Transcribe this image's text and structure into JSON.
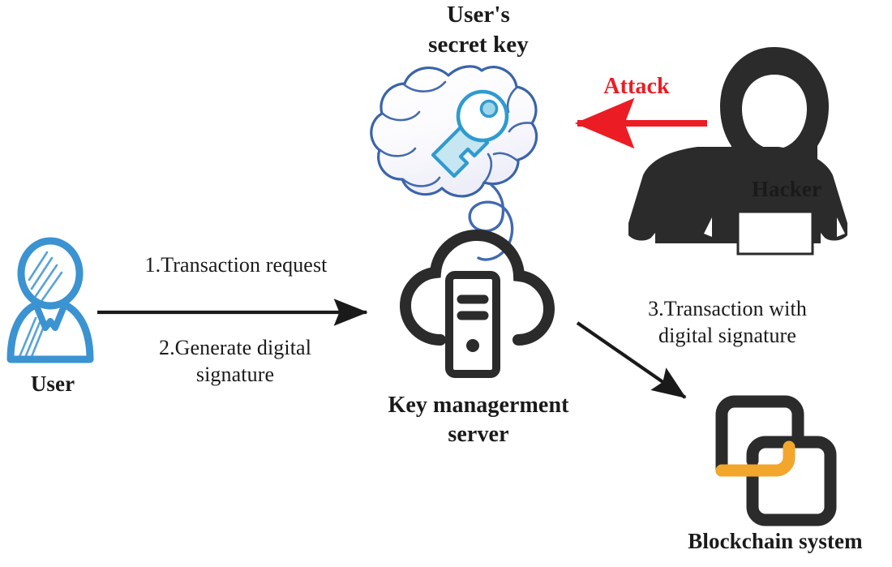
{
  "diagram": {
    "title": "Key management server blockchain transaction flow",
    "background": "#ffffff",
    "colors": {
      "dark": "#2b2b2b",
      "user_blue": "#3b93d1",
      "cloud_blue": "#3a64aa",
      "key_blue": "#2e9bd0",
      "key_fill": "#c6e6f2",
      "attack_red": "#ec1c24",
      "blockchain_orange": "#f2a72c"
    }
  },
  "nodes": {
    "user": {
      "label": "User",
      "icon": "user-avatar-icon"
    },
    "secret_key": {
      "label": "User's\nsecret key",
      "icon": "thought-cloud-key-icon"
    },
    "hacker": {
      "label": "Hacker",
      "icon": "hacker-hoodie-laptop-icon"
    },
    "key_management_server": {
      "label": "Key managerment\nserver",
      "icon": "cloud-server-icon"
    },
    "blockchain": {
      "label": "Blockchain system",
      "icon": "blockchain-links-icon"
    }
  },
  "edges": {
    "transaction_request": {
      "label": "1.Transaction request",
      "from": "user",
      "to": "key_management_server",
      "color": "#1a1a1a"
    },
    "generate_signature": {
      "label": "2.Generate digital\nsignature",
      "from": "user",
      "to": "key_management_server",
      "color": "#1a1a1a"
    },
    "transaction_with_signature": {
      "label": "3.Transaction with\ndigital signature",
      "from": "key_management_server",
      "to": "blockchain",
      "color": "#1a1a1a"
    },
    "attack": {
      "label": "Attack",
      "from": "hacker",
      "to": "secret_key",
      "color": "#ec1c24"
    }
  }
}
